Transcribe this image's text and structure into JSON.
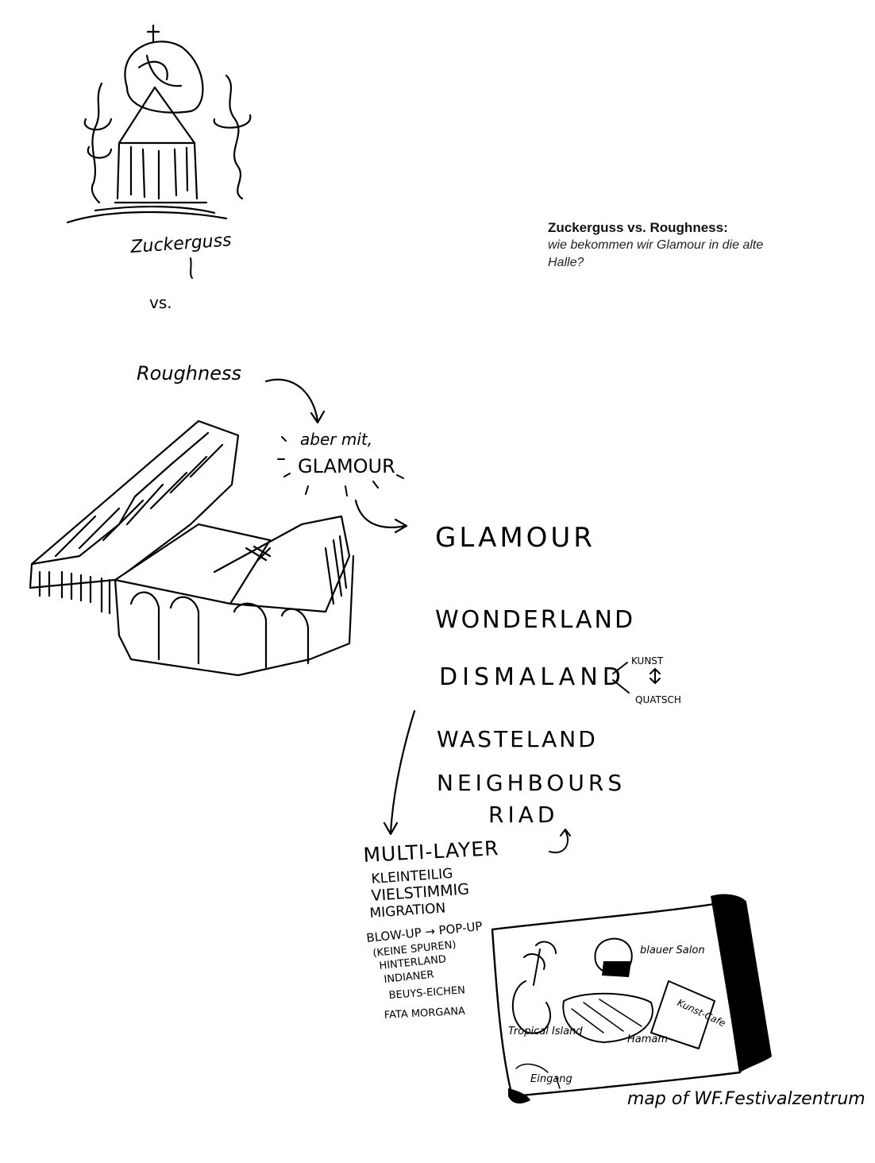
{
  "caption": {
    "title": "Zuckerguss vs. Roughness:",
    "subtitle": "wie bekommen wir Glamour in die alte Halle?"
  },
  "sketch": {
    "zuckerguss": "Zuckerguss",
    "vs": "vs.",
    "roughness": "Roughness",
    "aber_mit": "aber mit,",
    "glamour_small": "GLAMOUR",
    "list": [
      "GLAMOUR",
      "WONDERLAND",
      "DISMALAND",
      "WASTELAND",
      "NEIGHBOURS",
      "RIAD"
    ],
    "kunst": "KUNST",
    "quatsch": "QUATSCH",
    "multilayer": "MULTI-LAYER",
    "multilayer_items": [
      "KLEINTEILIG",
      "VIELSTIMMIG",
      "MIGRATION",
      "BLOW-UP → POP-UP",
      "(KEINE SPUREN)",
      "HINTERLAND",
      "INDIANER",
      "BEUYS-EICHEN",
      "FATA MORGANA"
    ],
    "map_labels": {
      "tropical": "Tropical Island",
      "blauer_salon": "blauer Salon",
      "hamam": "Hamam",
      "eingang": "Eingang",
      "kunst_cafe": "Kunst-Cafe"
    },
    "map_title": "map of WF.Festivalzentrum"
  }
}
